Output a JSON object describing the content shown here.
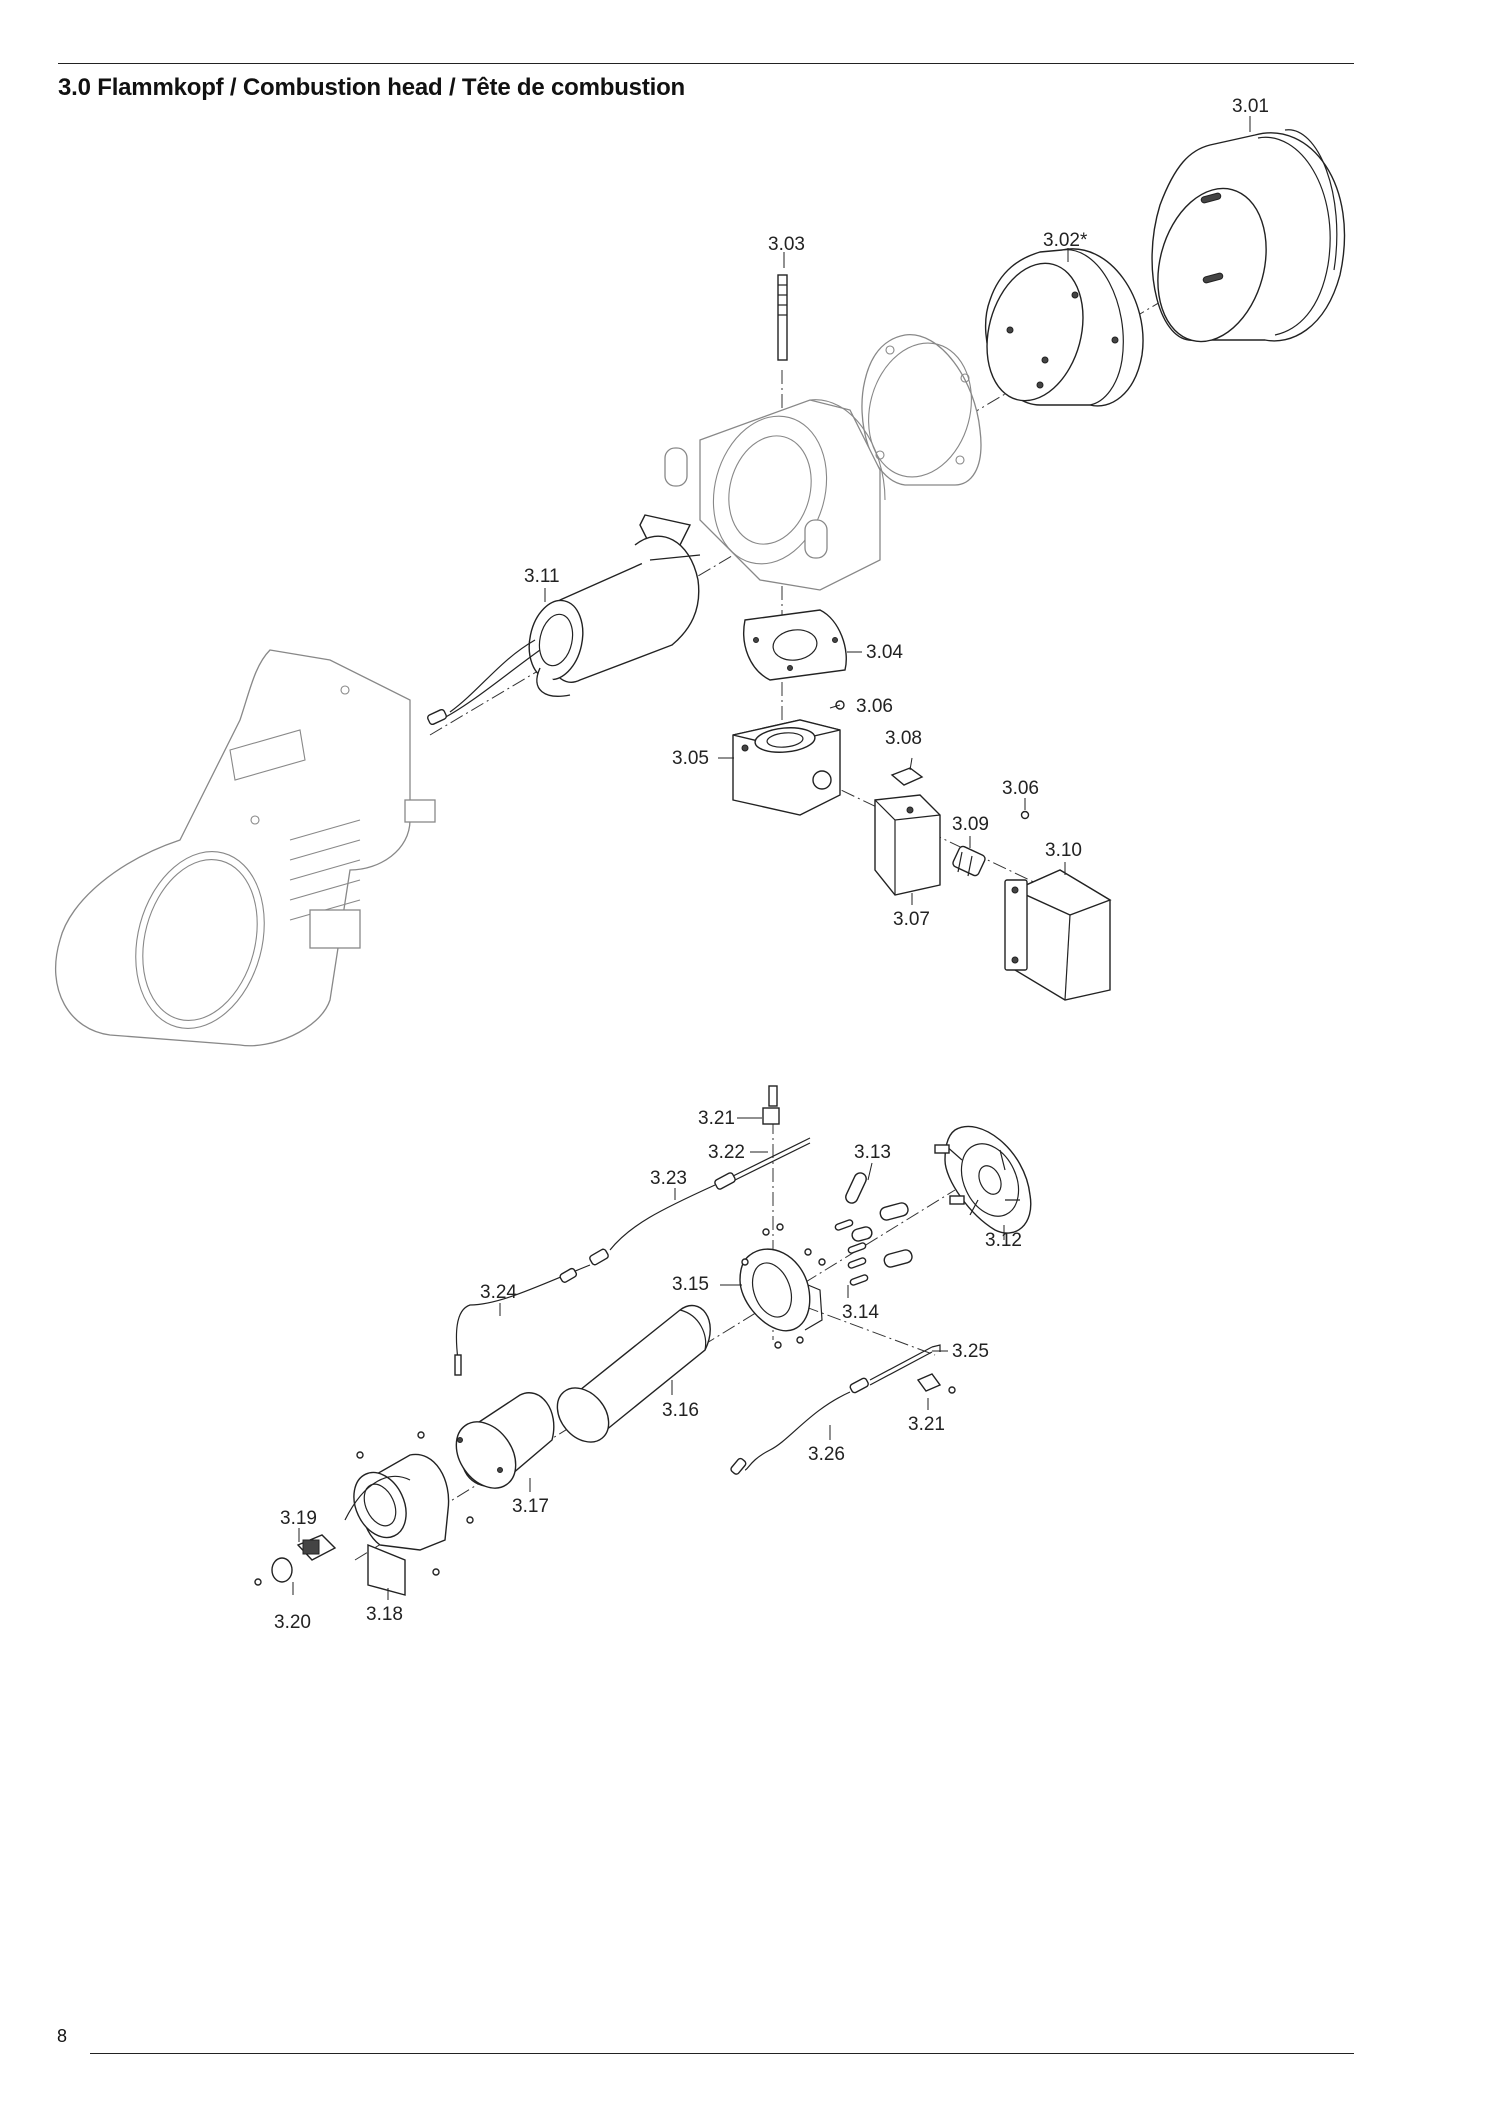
{
  "page": {
    "title": "3.0 Flammkopf / Combustion head / Tête de combustion",
    "page_number": "8"
  },
  "labels": {
    "p301": "3.01",
    "p302": "3.02*",
    "p303": "3.03",
    "p304": "3.04",
    "p305": "3.05",
    "p306a": "3.06",
    "p306b": "3.06",
    "p307": "3.07",
    "p308": "3.08",
    "p309": "3.09",
    "p310": "3.10",
    "p311": "3.11",
    "p312": "3.12",
    "p313": "3.13",
    "p314": "3.14",
    "p315": "3.15",
    "p316": "3.16",
    "p317": "3.17",
    "p318": "3.18",
    "p319": "3.19",
    "p320": "3.20",
    "p321a": "3.21",
    "p321b": "3.21",
    "p322": "3.22",
    "p323": "3.23",
    "p324": "3.24",
    "p325": "3.25",
    "p326": "3.26"
  }
}
